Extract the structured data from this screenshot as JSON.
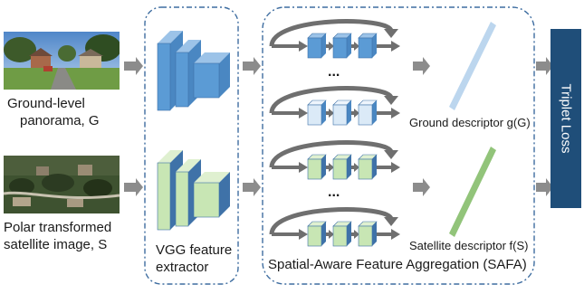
{
  "inputs": {
    "ground_label": [
      "Ground-level",
      "panorama, G"
    ],
    "satellite_label": [
      "Polar transformed",
      "satellite image, S"
    ]
  },
  "vgg": {
    "label": [
      "VGG feature",
      "extractor"
    ]
  },
  "safa": {
    "label": "Spatial-Aware Feature Aggregation (SAFA)",
    "ellipsis": "...",
    "ground_descriptor": "Ground descriptor g(G)",
    "satellite_descriptor": "Satellite descriptor f(S)"
  },
  "loss": {
    "label": "Triplet Loss"
  },
  "colors": {
    "ground_front": "#5b9bd5",
    "ground_side": "#4a87c2",
    "ground_top": "#9cc3e8",
    "ground_pale": "#dbeaf7",
    "sat_front": "#c8e6b4",
    "sat_side": "#3f72a8",
    "sat_top": "#dff0d0",
    "sat_bar": "#92c47a",
    "ground_bar": "#bcd6ee",
    "loss_box": "#1f4e79",
    "dash": "#3e6da0",
    "arrow": "#808080"
  }
}
